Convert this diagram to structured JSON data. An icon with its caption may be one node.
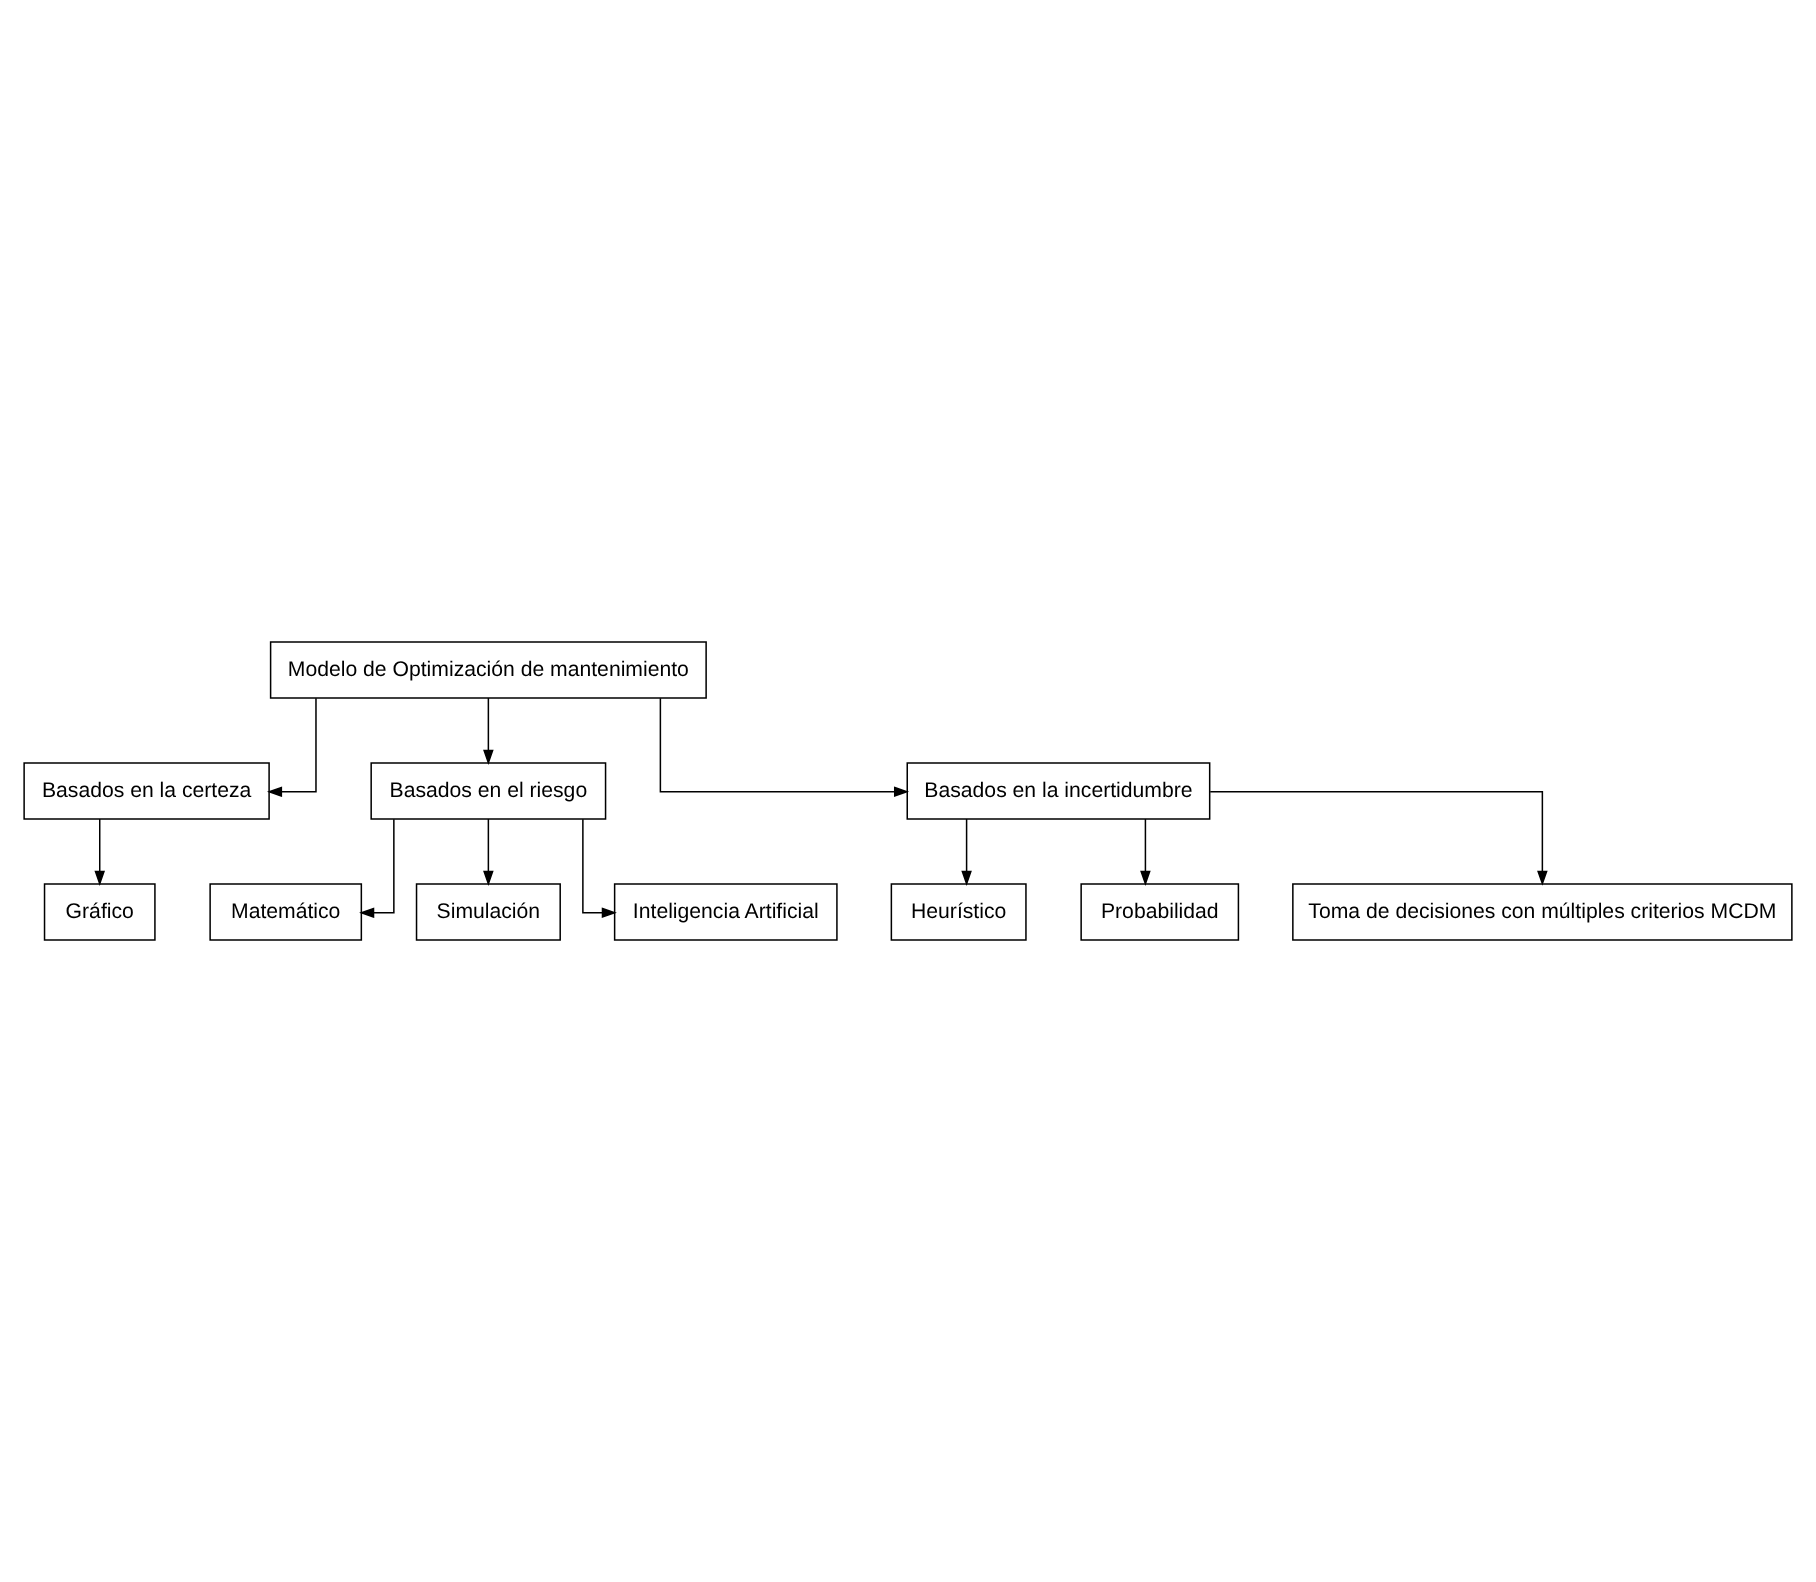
{
  "diagram": {
    "nodes": [
      {
        "text": [
          "Modelo de Optimización de mantenimiento"
        ]
      },
      {
        "text": [
          "Basados en la certeza"
        ]
      },
      {
        "text": [
          "Basados en el riesgo"
        ]
      },
      {
        "text": [
          "Basados en la incertidumbre"
        ]
      },
      {
        "text": [
          "Gráfico"
        ]
      },
      {
        "text": [
          "Matemático"
        ]
      },
      {
        "text": [
          "Simulación"
        ]
      },
      {
        "text": [
          "Inteligencia Artificial"
        ]
      },
      {
        "text": [
          "Heurístico"
        ]
      },
      {
        "text": [
          "Probabilidad"
        ]
      },
      {
        "text": [
          "Toma de decisiones con múltiples criterios MCDM"
        ]
      }
    ],
    "edges": [
      {
        "from": 0,
        "to": 1,
        "arrow": "to"
      },
      {
        "from": 0,
        "to": 2,
        "arrow": "to"
      },
      {
        "from": 0,
        "to": 3,
        "arrow": "to"
      },
      {
        "from": 1,
        "to": 4,
        "arrow": "to"
      },
      {
        "from": 2,
        "to": 5,
        "arrow": "to"
      },
      {
        "from": 2,
        "to": 6,
        "arrow": "to"
      },
      {
        "from": 2,
        "to": 7,
        "arrow": "to"
      },
      {
        "from": 3,
        "to": 8,
        "arrow": "to"
      },
      {
        "from": 3,
        "to": 9,
        "arrow": "to"
      },
      {
        "from": 3,
        "to": 10,
        "arrow": "to"
      }
    ]
  }
}
